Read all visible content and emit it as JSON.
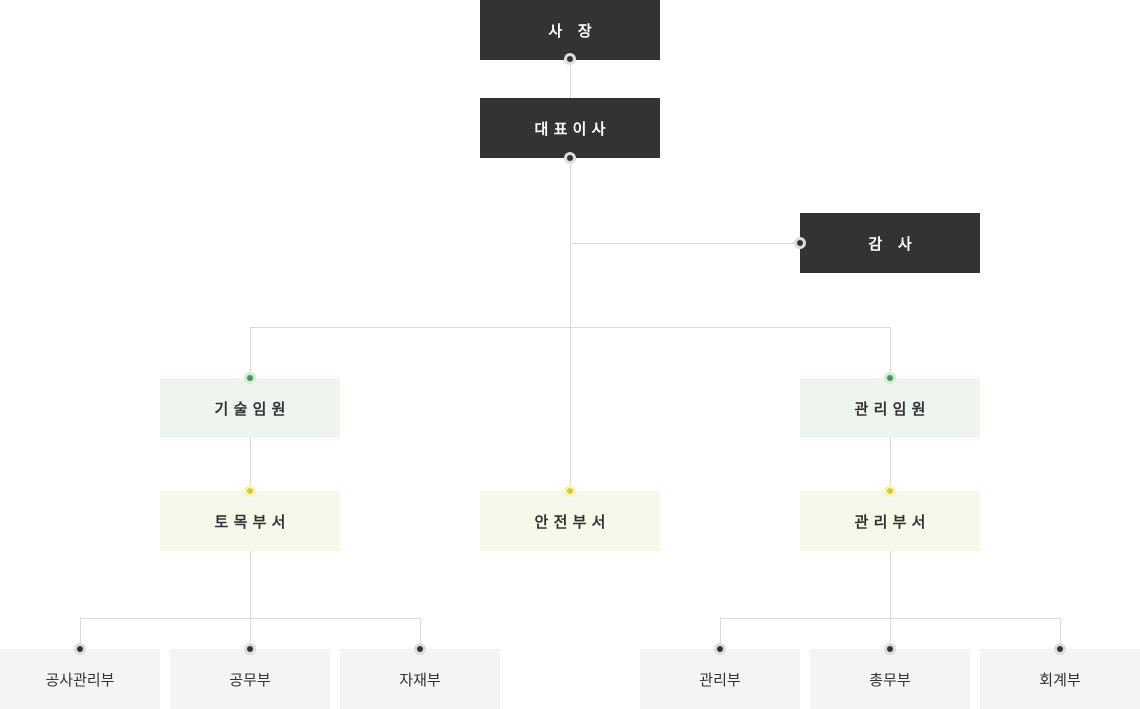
{
  "top": {
    "president": "사 장",
    "ceo": "대표이사",
    "auditor": "감 사"
  },
  "executives": {
    "technical": "기술임원",
    "management": "관리임원"
  },
  "departments": {
    "civil": "토목부서",
    "safety": "안전부서",
    "admin": "관리부서"
  },
  "teams": {
    "construction_mgmt": "공사관리부",
    "works": "공무부",
    "materials": "자재부",
    "management": "관리부",
    "general_affairs": "총무부",
    "accounting": "회계부"
  },
  "colors": {
    "dark_box": "#333333",
    "exec_box": "#eef5ee",
    "dept_box": "#f7f7ea",
    "team_box": "#f4f4f4",
    "connector": "#d9d9d9"
  }
}
